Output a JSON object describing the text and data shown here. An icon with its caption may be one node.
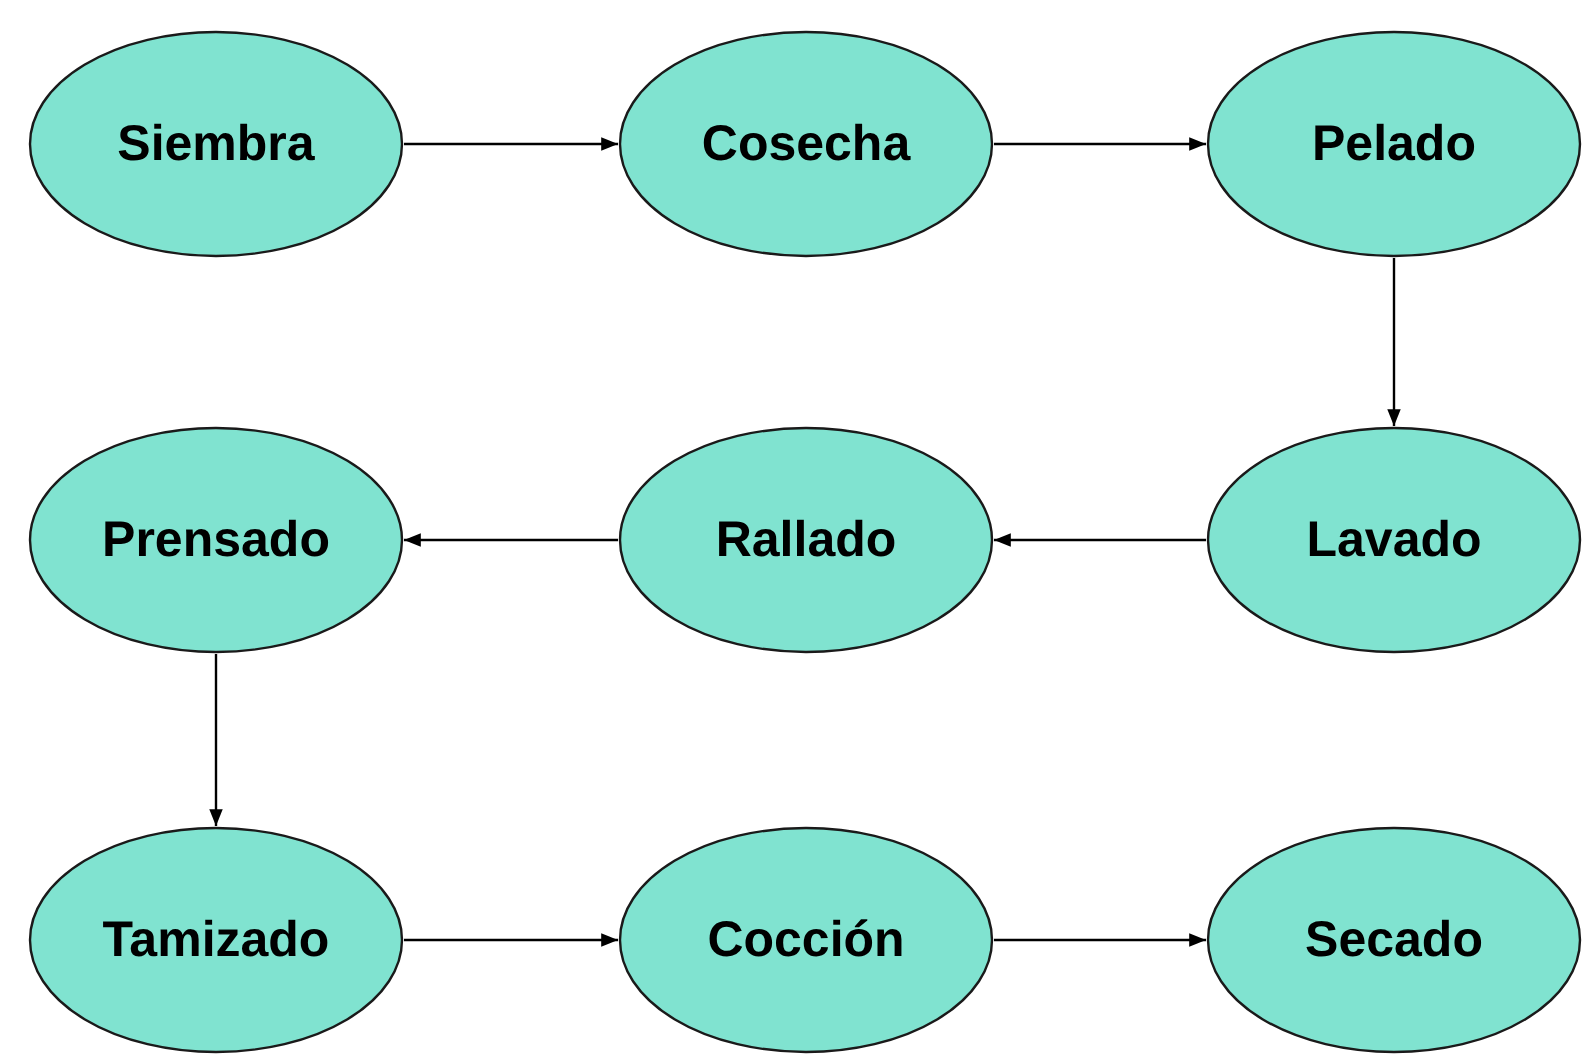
{
  "diagram": {
    "nodes": [
      {
        "text": [
          "Siembra"
        ]
      },
      {
        "text": [
          "Cosecha"
        ]
      },
      {
        "text": [
          "Pelado"
        ]
      },
      {
        "text": [
          "Lavado"
        ]
      },
      {
        "text": [
          "Rallado"
        ]
      },
      {
        "text": [
          "Prensado"
        ]
      },
      {
        "text": [
          "Tamizado"
        ]
      },
      {
        "text": [
          "Cocción"
        ]
      },
      {
        "text": [
          "Secado"
        ]
      }
    ],
    "edges": [
      {
        "from": 0,
        "to": 1,
        "arrow": "to"
      },
      {
        "from": 1,
        "to": 2,
        "arrow": "to"
      },
      {
        "from": 2,
        "to": 3,
        "arrow": "to"
      },
      {
        "from": 3,
        "to": 4,
        "arrow": "to"
      },
      {
        "from": 4,
        "to": 5,
        "arrow": "to"
      },
      {
        "from": 5,
        "to": 6,
        "arrow": "to"
      },
      {
        "from": 6,
        "to": 7,
        "arrow": "to"
      },
      {
        "from": 7,
        "to": 8,
        "arrow": "to"
      }
    ]
  }
}
